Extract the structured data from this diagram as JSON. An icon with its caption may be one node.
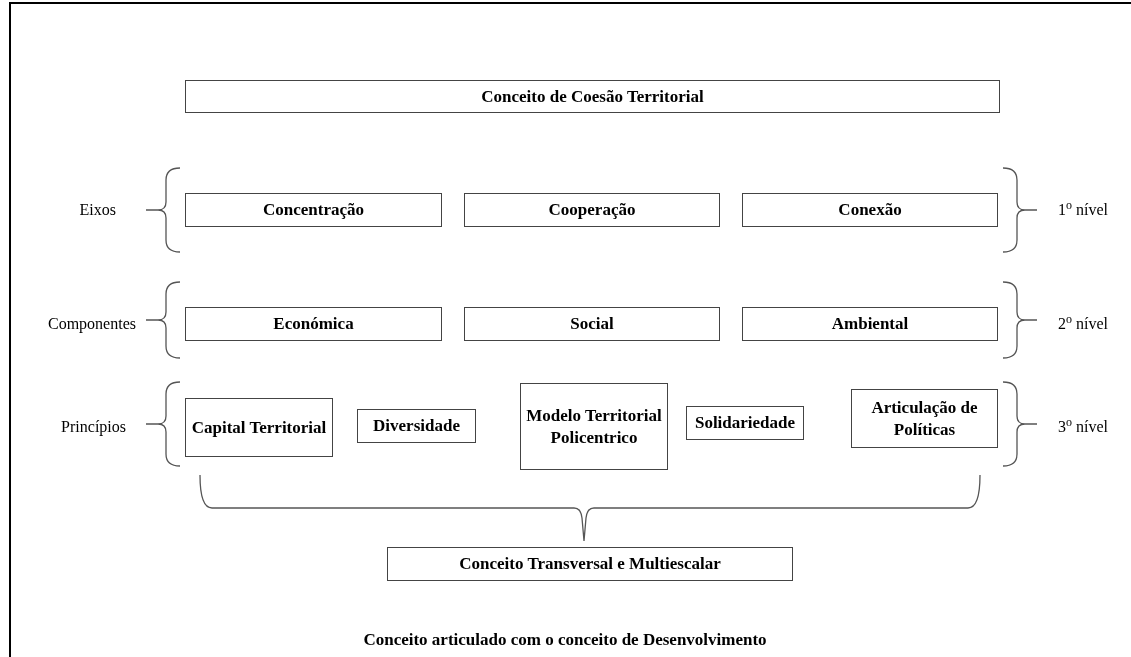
{
  "diagram": {
    "nodes": [
      {
        "text": [
          "Conceito de Coesão Territorial"
        ]
      },
      {
        "text": [
          "Concentração"
        ]
      },
      {
        "text": [
          "Cooperação"
        ]
      },
      {
        "text": [
          "Conexão"
        ]
      },
      {
        "text": [
          "Económica"
        ]
      },
      {
        "text": [
          "Social"
        ]
      },
      {
        "text": [
          "Ambiental"
        ]
      },
      {
        "text": [
          "Capital Territorial"
        ]
      },
      {
        "text": [
          "Diversidade"
        ]
      },
      {
        "text": [
          "Modelo Territorial Policentrico"
        ]
      },
      {
        "text": [
          "Solidariedade"
        ]
      },
      {
        "text": [
          "Articulação de Políticas"
        ]
      },
      {
        "text": [
          "Conceito Transversal e Multiescalar"
        ]
      }
    ],
    "edges": [],
    "labels": [
      "Eixos",
      "1$^{o}$ nível",
      "Componentes",
      "2$^{o}$ nível",
      "Princípios",
      "3$^{o}$ nível",
      "Conceito articulado com o conceito de Desenvolvimento"
    ]
  }
}
